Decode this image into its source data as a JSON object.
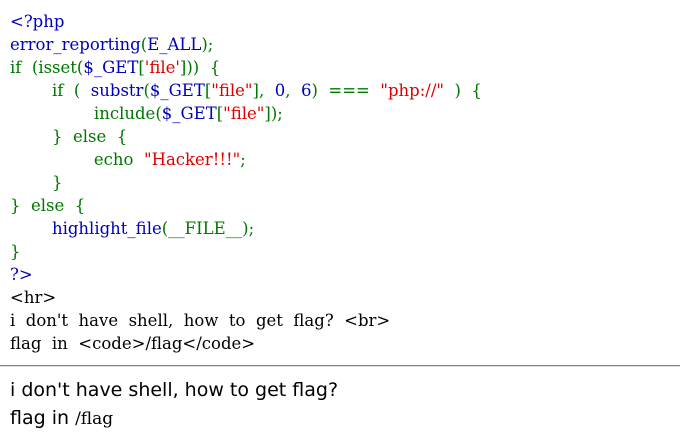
{
  "colors": {
    "html": "#000000",
    "keyword": "#007700",
    "default": "#0000BB",
    "string": "#DD0000"
  },
  "source_lines": [
    [
      {
        "t": "<?php",
        "c": "default"
      }
    ],
    [
      {
        "t": "error_reporting",
        "c": "default"
      },
      {
        "t": "(",
        "c": "keyword"
      },
      {
        "t": "E_ALL",
        "c": "default"
      },
      {
        "t": ");",
        "c": "keyword"
      }
    ],
    [
      {
        "t": "if  (",
        "c": "keyword"
      },
      {
        "t": "isset",
        "c": "keyword"
      },
      {
        "t": "(",
        "c": "keyword"
      },
      {
        "t": "$_GET",
        "c": "default"
      },
      {
        "t": "[",
        "c": "keyword"
      },
      {
        "t": "'file'",
        "c": "string"
      },
      {
        "t": "]))  {",
        "c": "keyword"
      }
    ],
    [
      {
        "t": "        ",
        "c": "keyword"
      },
      {
        "t": "if  (  ",
        "c": "keyword"
      },
      {
        "t": "substr",
        "c": "default"
      },
      {
        "t": "(",
        "c": "keyword"
      },
      {
        "t": "$_GET",
        "c": "default"
      },
      {
        "t": "[",
        "c": "keyword"
      },
      {
        "t": "\"file\"",
        "c": "string"
      },
      {
        "t": "],  ",
        "c": "keyword"
      },
      {
        "t": "0",
        "c": "default"
      },
      {
        "t": ",  ",
        "c": "keyword"
      },
      {
        "t": "6",
        "c": "default"
      },
      {
        "t": ")  ===  ",
        "c": "keyword"
      },
      {
        "t": "\"php://\"",
        "c": "string"
      },
      {
        "t": "  )  {",
        "c": "keyword"
      }
    ],
    [
      {
        "t": "                ",
        "c": "keyword"
      },
      {
        "t": "include",
        "c": "keyword"
      },
      {
        "t": "(",
        "c": "keyword"
      },
      {
        "t": "$_GET",
        "c": "default"
      },
      {
        "t": "[",
        "c": "keyword"
      },
      {
        "t": "\"file\"",
        "c": "string"
      },
      {
        "t": "]);",
        "c": "keyword"
      }
    ],
    [
      {
        "t": "        }  else  {",
        "c": "keyword"
      }
    ],
    [
      {
        "t": "                ",
        "c": "keyword"
      },
      {
        "t": "echo  ",
        "c": "keyword"
      },
      {
        "t": "\"Hacker!!!\"",
        "c": "string"
      },
      {
        "t": ";",
        "c": "keyword"
      }
    ],
    [
      {
        "t": "        }",
        "c": "keyword"
      }
    ],
    [
      {
        "t": "}  else  {",
        "c": "keyword"
      }
    ],
    [
      {
        "t": "        ",
        "c": "keyword"
      },
      {
        "t": "highlight_file",
        "c": "default"
      },
      {
        "t": "(",
        "c": "keyword"
      },
      {
        "t": "__FILE__",
        "c": "keyword"
      },
      {
        "t": ");",
        "c": "keyword"
      }
    ],
    [
      {
        "t": "}",
        "c": "keyword"
      }
    ],
    [
      {
        "t": "?>",
        "c": "default"
      }
    ],
    [
      {
        "t": "<hr>",
        "c": "html"
      }
    ],
    [
      {
        "t": "i  don't  have  shell,  how  to  get  flag?  <br>",
        "c": "html"
      }
    ],
    [
      {
        "t": "flag  in  <code>/flag</code>",
        "c": "html"
      }
    ]
  ],
  "rendered": {
    "line1": "i don't have shell, how to get flag?",
    "line2_prefix": "flag in ",
    "line2_code": "/flag"
  }
}
